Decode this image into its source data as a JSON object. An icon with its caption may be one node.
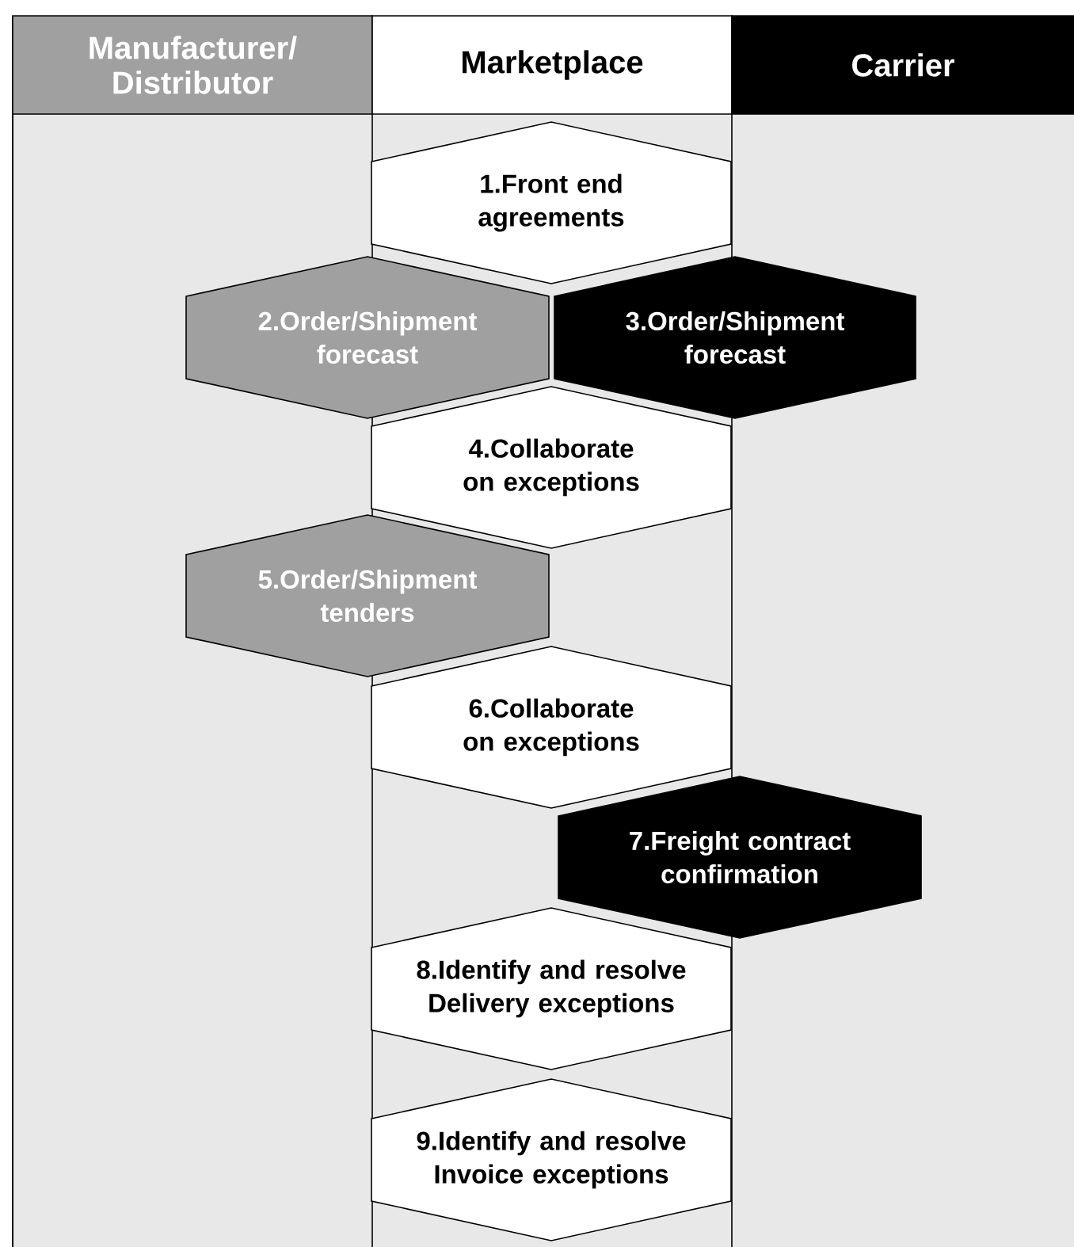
{
  "diagram": {
    "nodes": [
      {
        "text": [
          "Manufacturer/ Distributor"
        ]
      },
      {
        "text": [
          "Marketplace"
        ]
      },
      {
        "text": [
          "Carrier"
        ]
      },
      {
        "text": [
          "1.Front end agreements"
        ]
      },
      {
        "text": [
          "2.Order/Shipment forecast"
        ]
      },
      {
        "text": [
          "3.Order/Shipment forecast"
        ]
      },
      {
        "text": [
          "4.Collaborate on exceptions"
        ]
      },
      {
        "text": [
          "5.Order/Shipment tenders"
        ]
      },
      {
        "text": [
          "6.Collaborate on exceptions"
        ]
      },
      {
        "text": [
          "7.Freight contract confirmation"
        ]
      },
      {
        "text": [
          "8.Identify and resolve Delivery exceptions"
        ]
      },
      {
        "text": [
          "9.Identify and resolve Invoice exceptions"
        ]
      }
    ]
  }
}
